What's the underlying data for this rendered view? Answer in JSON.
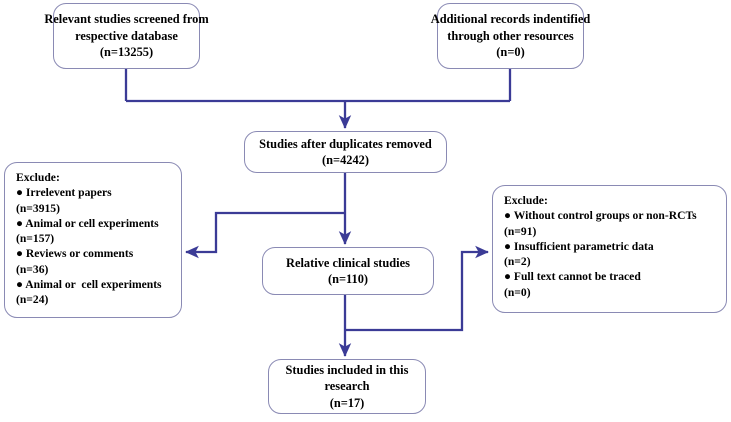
{
  "diagram": {
    "type": "prisma-flow-diagram",
    "colors": {
      "connector": "#3b3b96",
      "box_border": "#8a8ab4",
      "background": "#ffffff",
      "text": "#000000"
    }
  },
  "nodes": {
    "screened": {
      "name": "relevant-studies-screened",
      "lines": [
        "Relevant studies screened from",
        "respective database",
        "(n=13255)"
      ],
      "count": 13255
    },
    "additional": {
      "name": "additional-records",
      "lines": [
        "Additional records indentified",
        "through other resources",
        "(n=0)"
      ],
      "count": 0
    },
    "duplicates": {
      "name": "studies-after-duplicates-removed",
      "lines": [
        "Studies after duplicates removed",
        "(n=4242)"
      ],
      "count": 4242
    },
    "relative": {
      "name": "relative-clinical-studies",
      "lines": [
        "Relative clinical studies",
        "(n=110)"
      ],
      "count": 110
    },
    "included": {
      "name": "studies-included-in-research",
      "lines": [
        "Studies included in this",
        "research",
        "(n=17)"
      ],
      "count": 17
    },
    "exclude_left": {
      "name": "exclude-screening",
      "heading": "Exclude:",
      "items": [
        {
          "label": "● Irrelevent papers",
          "count": "(n=3915)"
        },
        {
          "label": "● Animal or cell experiments",
          "count": "(n=157)"
        },
        {
          "label": "● Reviews or comments",
          "count": "(n=36)"
        },
        {
          "label": "● Animal or  cell experiments",
          "count": "(n=24)"
        }
      ]
    },
    "exclude_right": {
      "name": "exclude-eligibility",
      "heading": "Exclude:",
      "items": [
        {
          "label": "● Without control groups or non-RCTs",
          "count": "(n=91)"
        },
        {
          "label": "● Insufficient parametric data",
          "count": "(n=2)"
        },
        {
          "label": "● Full text cannot be traced",
          "count": "(n=0)"
        }
      ]
    }
  },
  "chart_data": {
    "type": "diagram",
    "title": "",
    "flow": [
      {
        "from": "screened",
        "to": "duplicates",
        "label": ""
      },
      {
        "from": "additional",
        "to": "duplicates",
        "label": ""
      },
      {
        "from": "duplicates",
        "to": "relative",
        "label": ""
      },
      {
        "from": "duplicates",
        "to": "exclude_left",
        "label": ""
      },
      {
        "from": "relative",
        "to": "included",
        "label": ""
      },
      {
        "from": "relative",
        "to": "exclude_right",
        "label": ""
      }
    ],
    "values": {
      "records_identified_database": 13255,
      "records_identified_other": 0,
      "records_after_duplicates_removed": 4242,
      "clinical_studies": 110,
      "studies_included": 17,
      "excluded_irrelevent_papers": 3915,
      "excluded_animal_or_cell_experiments_1": 157,
      "excluded_reviews_or_comments": 36,
      "excluded_animal_or_cell_experiments_2": 24,
      "excluded_without_control_or_non_rcts": 91,
      "excluded_insufficient_parametric_data": 2,
      "excluded_full_text_not_traced": 0
    }
  }
}
